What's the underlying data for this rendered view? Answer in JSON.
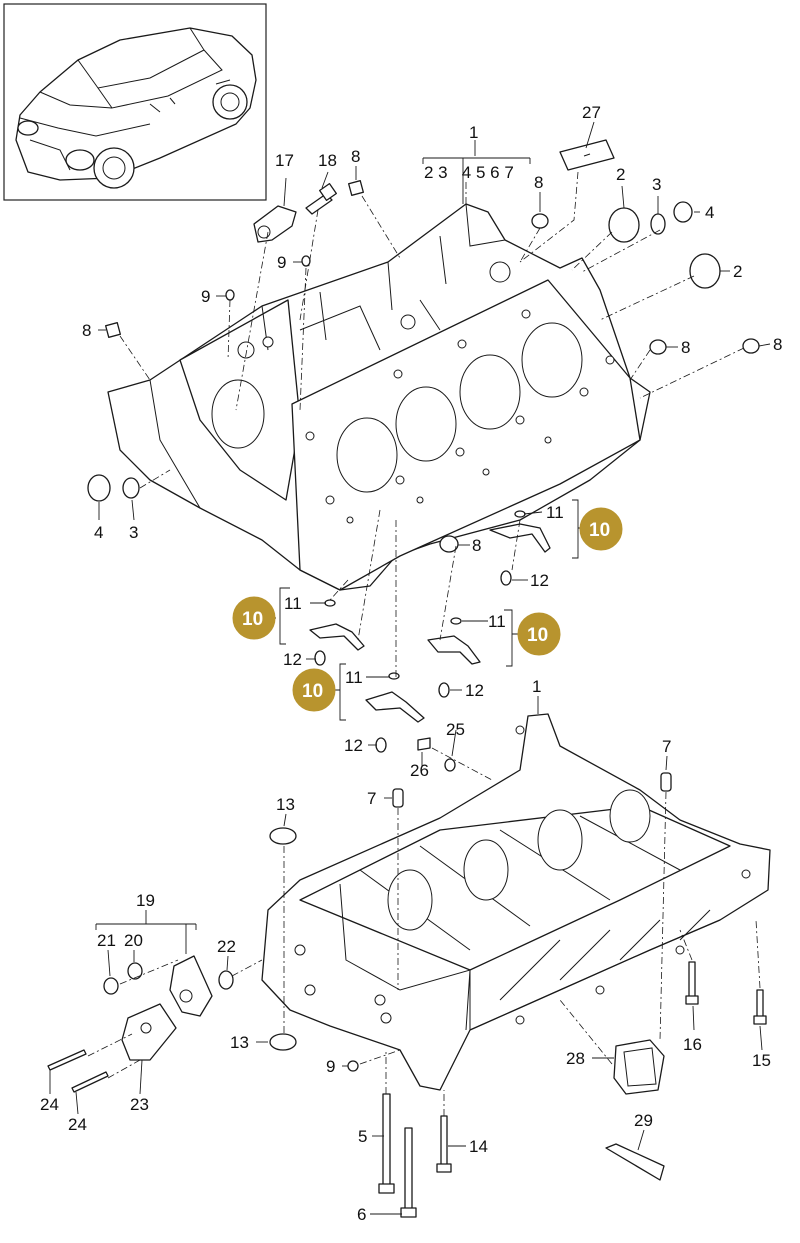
{
  "colors": {
    "badge": "#b8942e",
    "line": "#1a1a1a",
    "background": "#ffffff"
  },
  "vehicle_icon": "car-icon",
  "header_group": {
    "main": "1",
    "sub": "2 3   4 5 6 7"
  },
  "labels": {
    "l1": "1",
    "l27": "27",
    "l17": "17",
    "l18": "18",
    "l8a": "8",
    "l8b": "8",
    "l8c": "8",
    "l8d": "8",
    "l8e": "8",
    "l8f": "8",
    "l2a": "2",
    "l3a": "3",
    "l4a": "4",
    "l2b": "2",
    "l9a": "9",
    "l9b": "9",
    "l4b": "4",
    "l3b": "3",
    "l11a": "11",
    "l12a": "12",
    "l11b": "11",
    "l12b": "12",
    "l11c": "11",
    "l12c": "12",
    "l11d": "11",
    "l12d": "12",
    "l1b": "1",
    "l25": "25",
    "l26": "26",
    "l7a": "7",
    "l7b": "7",
    "l13a": "13",
    "l13b": "13",
    "l19": "19",
    "l21": "21",
    "l20": "20",
    "l22": "22",
    "l9c": "9",
    "l16": "16",
    "l15": "15",
    "l28": "28",
    "l24a": "24",
    "l24b": "24",
    "l23": "23",
    "l5": "5",
    "l6": "6",
    "l14": "14",
    "l29": "29"
  },
  "badges": {
    "b1": "10",
    "b2": "10",
    "b3": "10",
    "b4": "10"
  }
}
